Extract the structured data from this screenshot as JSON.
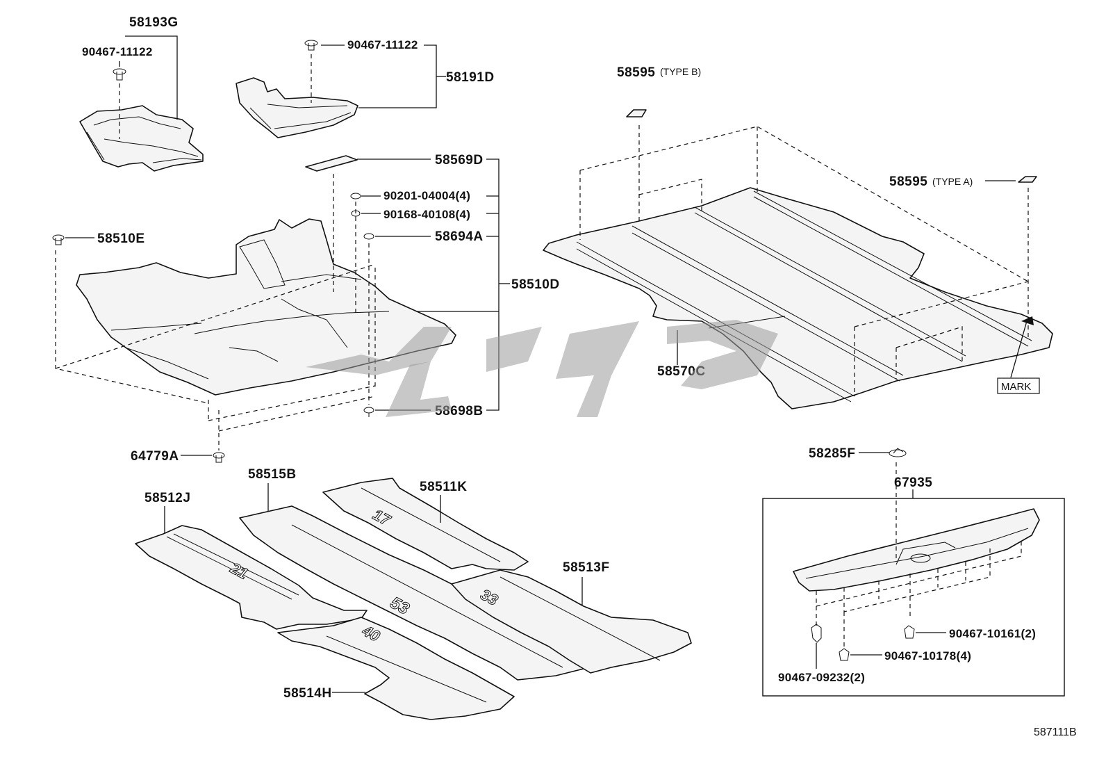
{
  "figure_number": "587111B",
  "labels": {
    "l58193G": "58193G",
    "l90467_11122_a": "90467-11122",
    "l90467_11122_b": "90467-11122",
    "l58191D": "58191D",
    "l58569D": "58569D",
    "l90201": "90201-04004(4)",
    "l90168": "90168-40108(4)",
    "l58694A": "58694A",
    "l58510D": "58510D",
    "l58510E": "58510E",
    "l58698B": "58698B",
    "l64779A": "64779A",
    "l58595B": "58595",
    "l58595B_note": "(TYPE B)",
    "l58595A": "58595",
    "l58595A_note": "(TYPE A)",
    "l58570C": "58570C",
    "mark": "MARK",
    "l58285F": "58285F",
    "l67935": "67935",
    "l90467_10161": "90467-10161(2)",
    "l90467_10178": "90467-10178(4)",
    "l90467_09232": "90467-09232(2)",
    "l58515B": "58515B",
    "l58512J": "58512J",
    "l58511K": "58511K",
    "l58513F": "58513F",
    "l58514H": "58514H"
  },
  "mat_markings": {
    "m1": "17",
    "m2": "21",
    "m3": "53",
    "m4": "33",
    "m5": "40"
  },
  "colors": {
    "line": "#111111",
    "watermark": "#9a9a9a",
    "background": "#ffffff"
  }
}
